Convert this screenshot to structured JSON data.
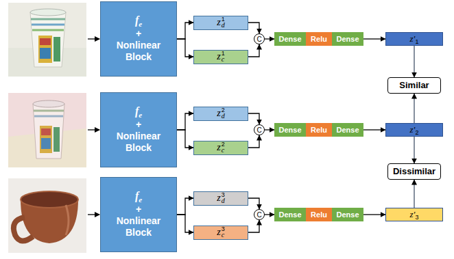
{
  "diagram": {
    "nodes": [
      {
        "text": [
          "f",
          "e",
          "+",
          "Nonlinear Block"
        ]
      },
      {
        "text": [
          "z",
          "d",
          "1"
        ]
      },
      {
        "text": [
          "z",
          "c",
          "1"
        ]
      },
      {
        "text": [
          "C"
        ]
      },
      {
        "text": [
          "Dense"
        ]
      },
      {
        "text": [
          "Relu"
        ]
      },
      {
        "text": [
          "Dense"
        ]
      },
      {
        "text": [
          "z'",
          "1"
        ]
      },
      {
        "text": [
          "f",
          "e",
          "+",
          "Nonlinear Block"
        ]
      },
      {
        "text": [
          "z",
          "d",
          "2"
        ]
      },
      {
        "text": [
          "z",
          "c",
          "2"
        ]
      },
      {
        "text": [
          "C"
        ]
      },
      {
        "text": [
          "Dense"
        ]
      },
      {
        "text": [
          "Relu"
        ]
      },
      {
        "text": [
          "Dense"
        ]
      },
      {
        "text": [
          "z'",
          "2"
        ]
      },
      {
        "text": [
          "f",
          "e",
          "+",
          "Nonlinear Block"
        ]
      },
      {
        "text": [
          "z",
          "d",
          "3"
        ]
      },
      {
        "text": [
          "z",
          "c",
          "3"
        ]
      },
      {
        "text": [
          "C"
        ]
      },
      {
        "text": [
          "Dense"
        ]
      },
      {
        "text": [
          "Relu"
        ]
      },
      {
        "text": [
          "Dense"
        ]
      },
      {
        "text": [
          "z'",
          "3"
        ]
      },
      {
        "text": [
          "Similar"
        ]
      },
      {
        "text": [
          "Dissimilar"
        ]
      }
    ],
    "edges": [
      {
        "from": 0,
        "to": 1,
        "arrow": "to"
      },
      {
        "from": 0,
        "to": 2,
        "arrow": "to"
      },
      {
        "from": 1,
        "to": 3,
        "arrow": "to"
      },
      {
        "from": 2,
        "to": 3,
        "arrow": "to"
      },
      {
        "from": 3,
        "to": 4,
        "arrow": "to"
      },
      {
        "from": 6,
        "to": 7,
        "arrow": "to"
      },
      {
        "from": 8,
        "to": 9,
        "arrow": "to"
      },
      {
        "from": 8,
        "to": 10,
        "arrow": "to"
      },
      {
        "from": 9,
        "to": 11,
        "arrow": "to"
      },
      {
        "from": 10,
        "to": 11,
        "arrow": "to"
      },
      {
        "from": 11,
        "to": 12,
        "arrow": "to"
      },
      {
        "from": 14,
        "to": 15,
        "arrow": "to"
      },
      {
        "from": 16,
        "to": 17,
        "arrow": "to"
      },
      {
        "from": 16,
        "to": 18,
        "arrow": "to"
      },
      {
        "from": 17,
        "to": 19,
        "arrow": "to"
      },
      {
        "from": 18,
        "to": 19,
        "arrow": "to"
      },
      {
        "from": 19,
        "to": 20,
        "arrow": "to"
      },
      {
        "from": 22,
        "to": 23,
        "arrow": "to"
      },
      {
        "from": 7,
        "to": 24,
        "arrow": "to"
      },
      {
        "from": 15,
        "to": 24,
        "arrow": "to"
      },
      {
        "from": 15,
        "to": 25,
        "arrow": "to"
      },
      {
        "from": 23,
        "to": 25,
        "arrow": "to"
      }
    ]
  }
}
